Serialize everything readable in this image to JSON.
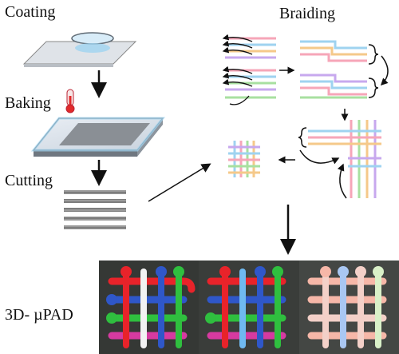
{
  "steps": {
    "coating": "Coating",
    "baking": "Baking",
    "cutting": "Cutting",
    "braiding": "Braiding"
  },
  "result_label": "3D- µPAD",
  "thread_colors": [
    "#4fb6e6",
    "#f06a8a",
    "#7ac97a",
    "#b08be0",
    "#f2c572"
  ],
  "photo_colors": {
    "red": "#e8232a",
    "blue": "#2f57c9",
    "green": "#2fbf3f",
    "magenta": "#d63aa0",
    "white": "#f2f2f2",
    "pastel_pink": "#f6b7a8",
    "pastel_blue": "#a9c7f2"
  },
  "icons": [
    "thermometer-icon"
  ]
}
